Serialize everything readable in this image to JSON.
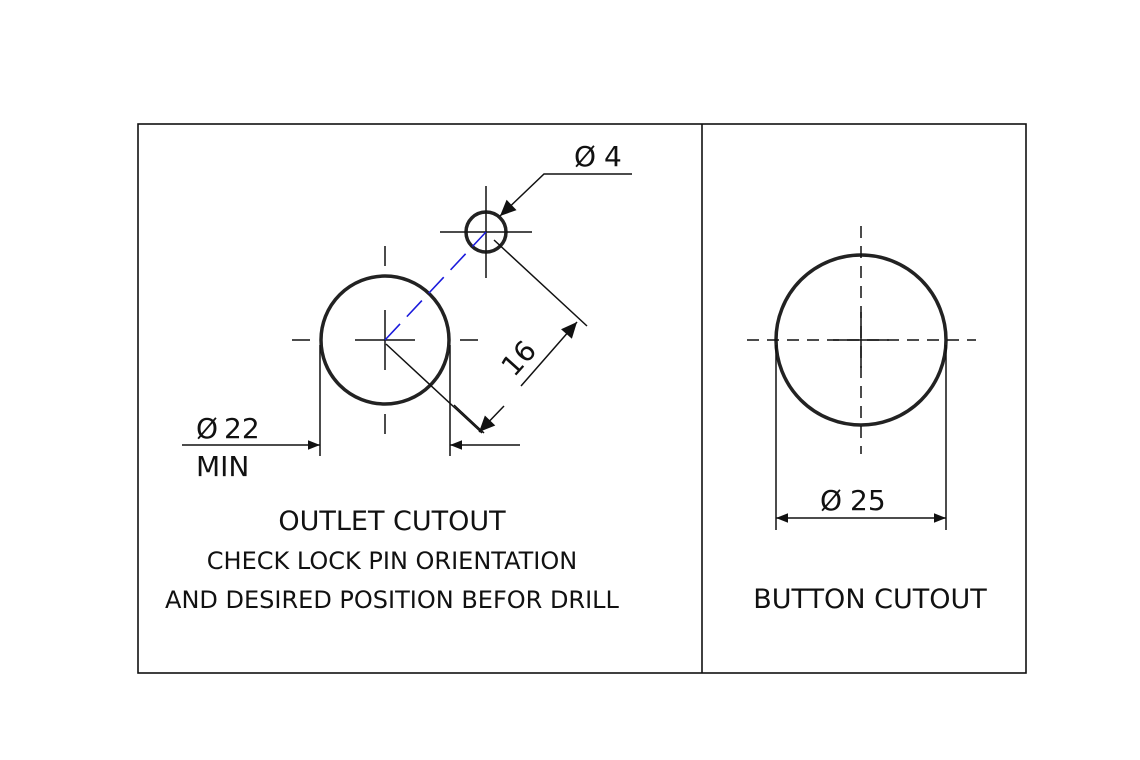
{
  "outlet": {
    "diameter_symbol": "Ø",
    "diameter_value": "22",
    "min_label": "MIN",
    "pin_diameter_value": "4",
    "offset_value": "16",
    "title": "OUTLET CUTOUT",
    "note_line1": "CHECK LOCK PIN ORIENTATION",
    "note_line2": "AND DESIRED POSITION BEFOR DRILL"
  },
  "button": {
    "diameter_symbol": "Ø",
    "diameter_value": "25",
    "title": "BUTTON CUTOUT"
  },
  "colors": {
    "line": "#111111",
    "alignment_line": "#1a1adc"
  }
}
